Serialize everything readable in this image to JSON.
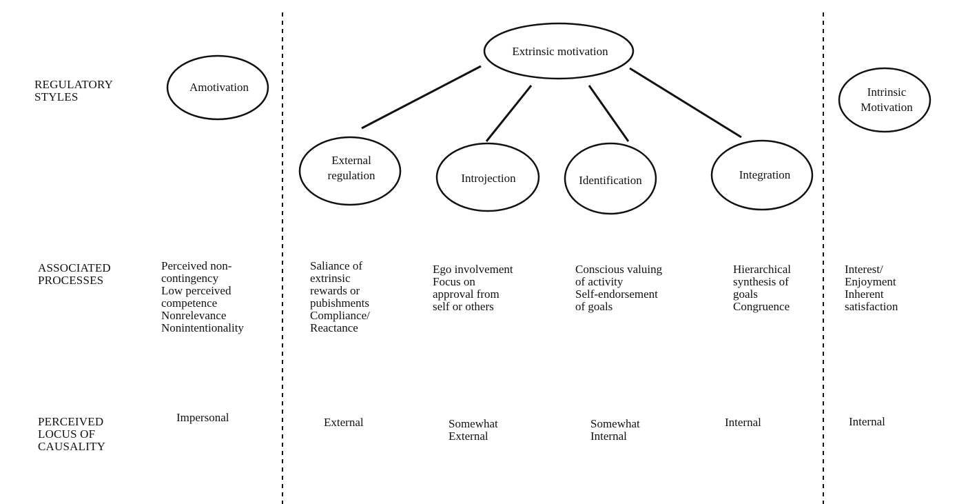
{
  "row_labels": {
    "regulatory_styles": "REGULATORY\nSTYLES",
    "associated_processes": "ASSOCIATED\nPROCESSES",
    "perceived_locus": "PERCEIVED\nLOCUS OF\nCAUSALITY"
  },
  "ovals": {
    "extrinsic_motivation": "Extrinsic motivation",
    "amotivation": "Amotivation",
    "intrinsic_motivation": "Intrinsic\nMotivation",
    "external_regulation": "External\nregulation",
    "introjection": "Introjection",
    "identification": "Identification",
    "integration": "Integration"
  },
  "processes": {
    "amotivation": "Perceived non-\n    contingency\nLow perceived\n    competence\nNonrelevance\nNonintentionality",
    "external_regulation": "Saliance of\n   extrinsic\n   rewards or\n   pubishments\nCompliance/\nReactance",
    "introjection": "Ego involvement\nFocus on\n   approval from\n   self or others",
    "identification": "Conscious valuing\n  of activity\nSelf-endorsement\nof goals",
    "integration": "Hierarchical\n  synthesis of\n  goals\n  Congruence",
    "intrinsic_motivation": "Interest/\n  Enjoyment\nInherent\n  satisfaction"
  },
  "locus": {
    "amotivation": "Impersonal",
    "external_regulation": "External",
    "introjection": "Somewhat\nExternal",
    "identification": "Somewhat\nInternal",
    "integration": "Internal",
    "intrinsic_motivation": "Internal"
  }
}
